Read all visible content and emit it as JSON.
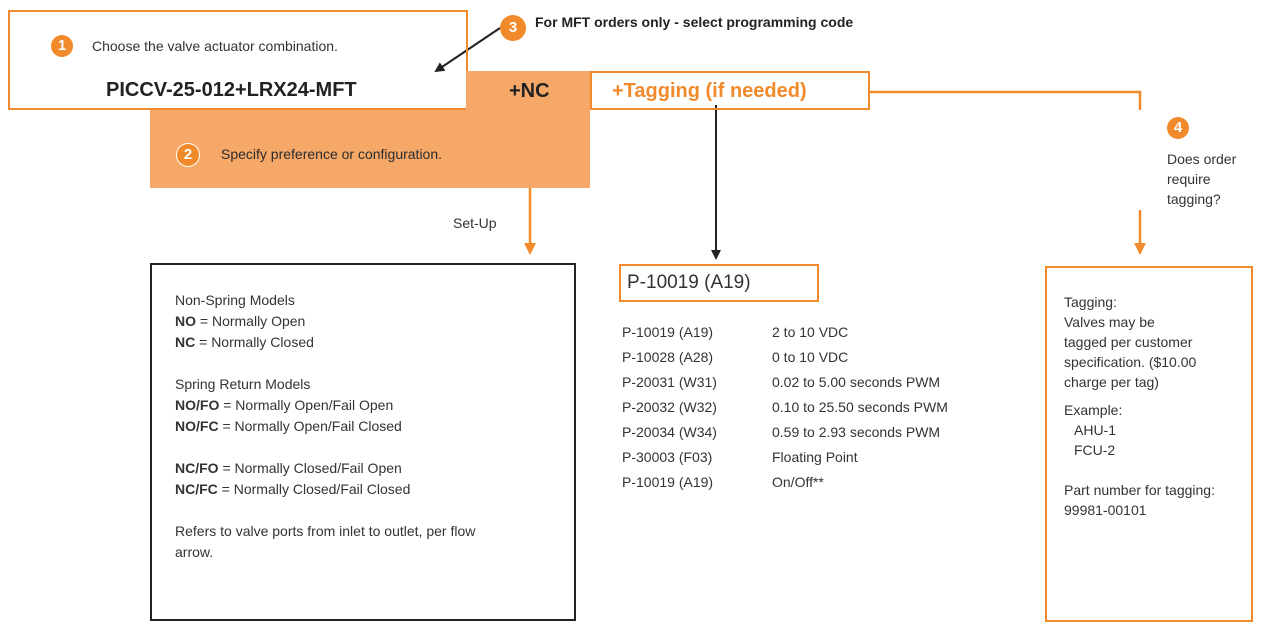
{
  "step1": {
    "number": "1",
    "label": "Choose the valve actuator combination.",
    "part_number": "PICCV-25-012+LRX24-MFT"
  },
  "step2": {
    "number": "2",
    "label": "Specify preference or configuration.",
    "option": "+NC",
    "setup_label": "Set-Up"
  },
  "step3": {
    "number": "3",
    "label": "For MFT orders only - select programming code",
    "tagging_option": "+Tagging (if needed)",
    "selected_code": "P-10019 (A19)",
    "codes": [
      {
        "code": "P-10019 (A19)",
        "desc": "2 to 10 VDC"
      },
      {
        "code": "P-10028 (A28)",
        "desc": "0 to 10 VDC"
      },
      {
        "code": "P-20031 (W31)",
        "desc": "0.02 to 5.00 seconds PWM"
      },
      {
        "code": "P-20032 (W32)",
        "desc": "0.10 to 25.50 seconds PWM"
      },
      {
        "code": "P-20034 (W34)",
        "desc": "0.59 to 2.93 seconds PWM"
      },
      {
        "code": "P-30003 (F03)",
        "desc": "Floating Point"
      },
      {
        "code": "P-10019 (A19)",
        "desc": "On/Off**"
      }
    ]
  },
  "step4": {
    "number": "4",
    "question_lines": [
      "Does order",
      "require",
      "tagging?"
    ]
  },
  "config_box": {
    "non_spring_title": "Non-Spring Models",
    "no_abbr": "NO",
    "no_text": " = Normally Open",
    "nc_abbr": "NC",
    "nc_text": " = Normally Closed",
    "spring_title": "Spring Return Models",
    "nofo_abbr": "NO/FO",
    "nofo_text": " = Normally Open/Fail Open",
    "nofc_abbr": "NO/FC",
    "nofc_text": " = Normally Open/Fail Closed",
    "ncfo_abbr": "NC/FO",
    "ncfo_text": " = Normally Closed/Fail Open",
    "ncfc_abbr": "NC/FC",
    "ncfc_text": " = Normally Closed/Fail Closed",
    "note_line1": "Refers to valve ports from inlet to outlet, per flow",
    "note_line2": "arrow."
  },
  "tagging_box": {
    "title": "Tagging:",
    "desc_lines": [
      "Valves may be",
      "tagged per customer",
      "specification. ($10.00",
      "charge per tag)"
    ],
    "example_title": "Example:",
    "examples": [
      "AHU-1",
      "FCU-2"
    ],
    "part_label": "Part number for tagging:",
    "part_number": "99981-00101"
  },
  "colors": {
    "accent": "#f08a2a",
    "accent_light": "#f6a868",
    "text": "#2b2b2b"
  }
}
